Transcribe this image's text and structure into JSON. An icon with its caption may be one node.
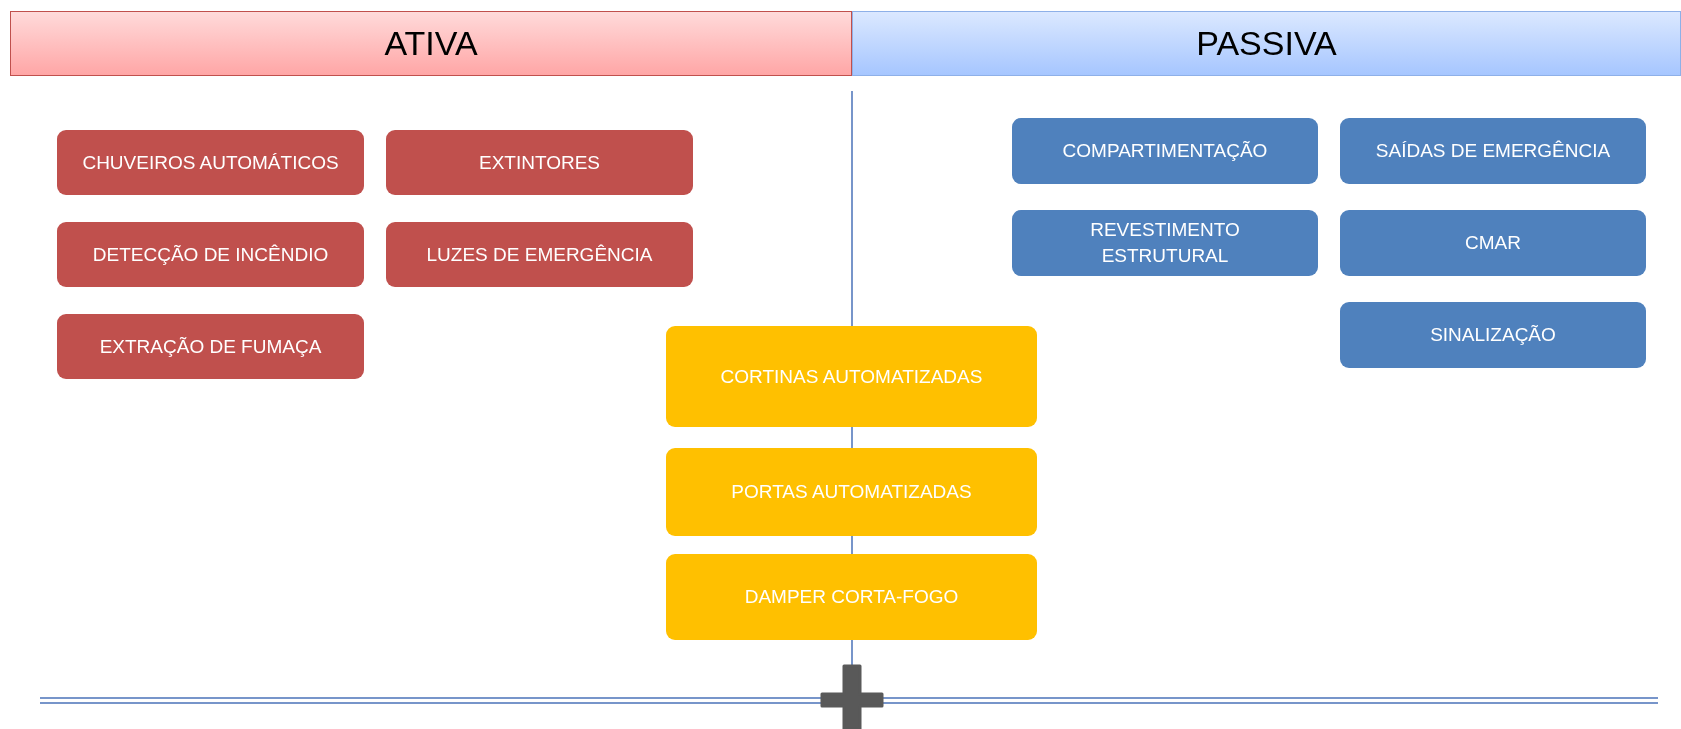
{
  "diagram": {
    "nodes": [
      {
        "text": [
          "ATIVA"
        ]
      },
      {
        "text": [
          "PASSIVA"
        ]
      },
      {
        "text": [
          "CHUVEIROS AUTOMÁTICOS"
        ]
      },
      {
        "text": [
          "EXTINTORES"
        ]
      },
      {
        "text": [
          "DETECÇÃO DE INCÊNDIO"
        ]
      },
      {
        "text": [
          "LUZES DE EMERGÊNCIA"
        ]
      },
      {
        "text": [
          "EXTRAÇÃO DE FUMAÇA"
        ]
      },
      {
        "text": [
          "COMPARTIMENTAÇÃO"
        ]
      },
      {
        "text": [
          "SAÍDAS DE EMERGÊNCIA"
        ]
      },
      {
        "text": [
          "REVESTIMENTO ESTRUTURAL"
        ]
      },
      {
        "text": [
          "CMAR"
        ]
      },
      {
        "text": [
          "SINALIZAÇÃO"
        ]
      },
      {
        "text": [
          "CORTINAS AUTOMATIZADAS"
        ]
      },
      {
        "text": [
          "PORTAS AUTOMATIZADAS"
        ]
      },
      {
        "text": [
          "DAMPER CORTA-FOGO"
        ]
      }
    ],
    "edges": []
  }
}
